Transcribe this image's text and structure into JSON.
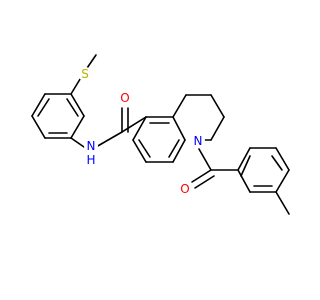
{
  "molecule": {
    "colors": {
      "bond": "#000000",
      "carbon": "#000000",
      "nitrogen": "#0000ff",
      "oxygen": "#ff0000",
      "sulfur": "#b3b300"
    },
    "atom_labels": {
      "sulfur": "S",
      "amide_oxygen": "O",
      "amide_nitrogen": "N",
      "amide_hydrogen": "H",
      "ring_nitrogen": "N",
      "acyl_oxygen": "O"
    }
  }
}
